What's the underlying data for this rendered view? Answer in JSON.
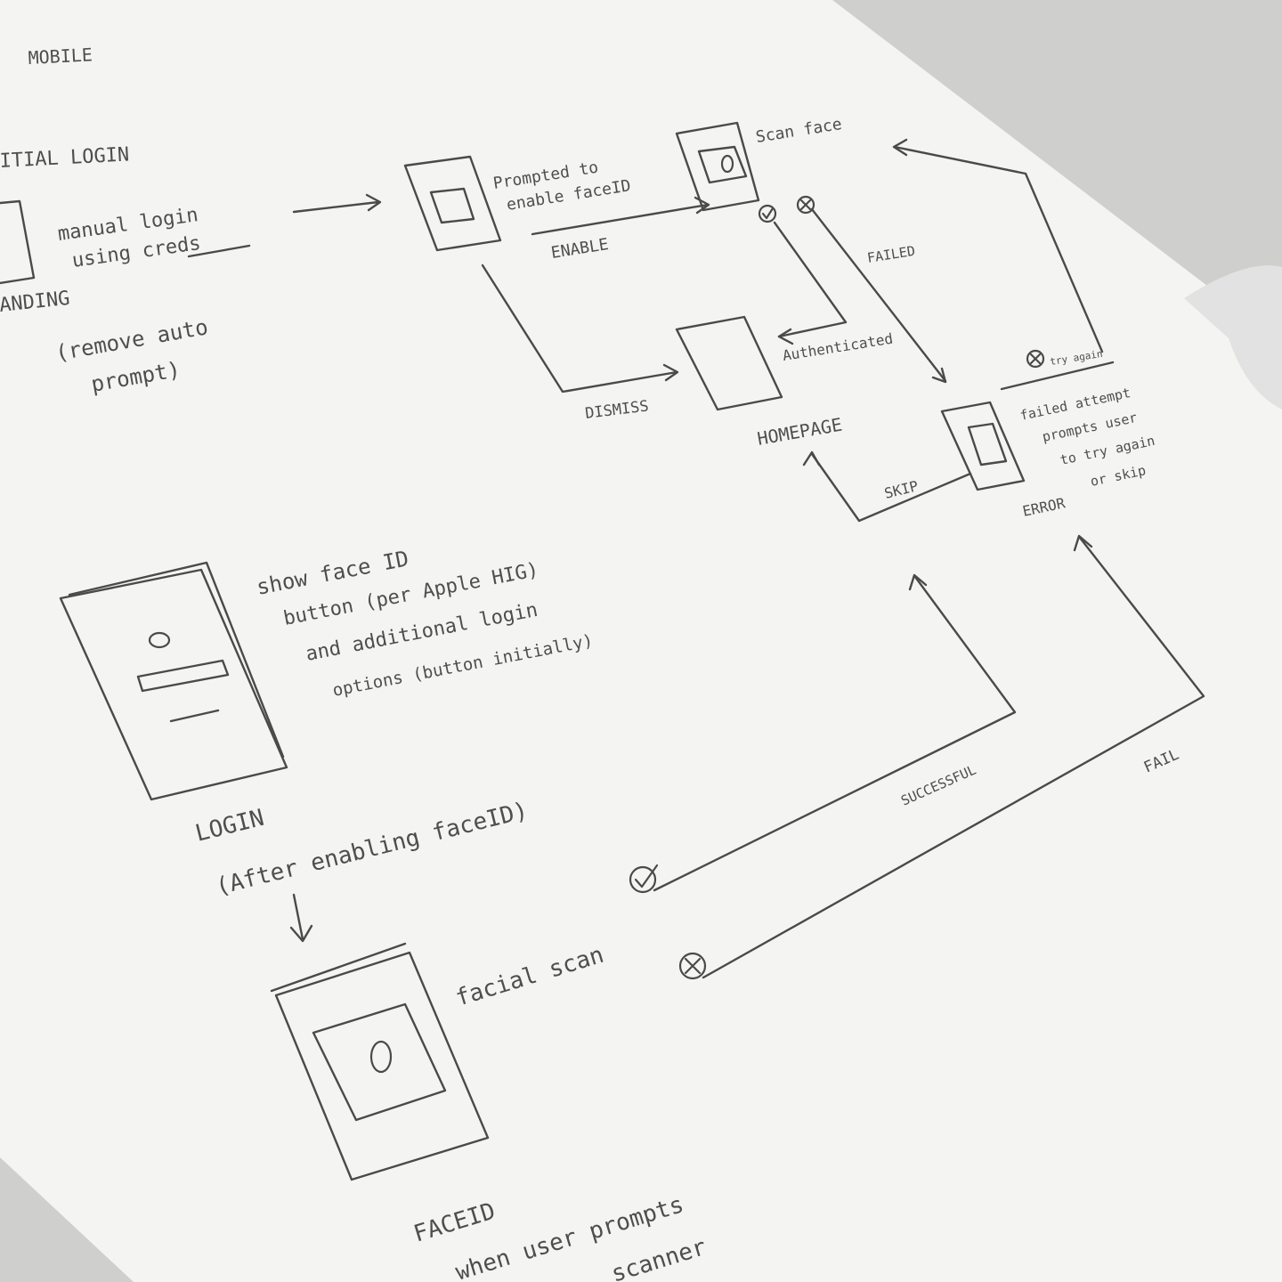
{
  "colors": {
    "paper": "#f4f4f2",
    "background": "#cfcfcd",
    "pencil": "#4e4e4e"
  },
  "header": {
    "title": "MOBILE"
  },
  "initial_login": {
    "section_label": "ITIAL LOGIN",
    "manual_login_note_line1": "manual login",
    "manual_login_note_line2": "using creds",
    "landing_label": "ANDING",
    "remove_note_line1": "(remove auto",
    "remove_note_line2": "prompt)"
  },
  "flow": {
    "prompt_note_line1": "Prompted to",
    "prompt_note_line2": "enable faceID",
    "enable_label": "ENABLE",
    "scan_face_label": "Scan face",
    "failed_label": "FAILED",
    "authenticated_label": "Authenticated",
    "dismiss_label": "DISMISS",
    "homepage_label": "HOMEPAGE",
    "try_again_label": "try again",
    "failed_note_line1": "failed attempt",
    "failed_note_line2": "prompts user",
    "failed_note_line3": "to try again",
    "failed_note_line4": "or skip",
    "skip_label": "SKIP",
    "error_label": "ERROR"
  },
  "login_after": {
    "show_note_line1": "show face ID",
    "show_note_line2": "button (per Apple HIG)",
    "show_note_line3": "and additional login",
    "show_note_line4": "options (button initially)",
    "login_label": "LOGIN",
    "after_note": "(After enabling faceID)",
    "successful_label": "SUCCESSFUL",
    "fail_label": "FAIL"
  },
  "faceid": {
    "facial_scan_label": "facial scan",
    "faceid_label": "FACEID",
    "bottom_note_line1": "when user prompts",
    "bottom_note_line2": "scanner"
  },
  "icons": {
    "check": "check-circle-icon",
    "cross": "x-circle-icon",
    "face": "face-oval-icon"
  }
}
